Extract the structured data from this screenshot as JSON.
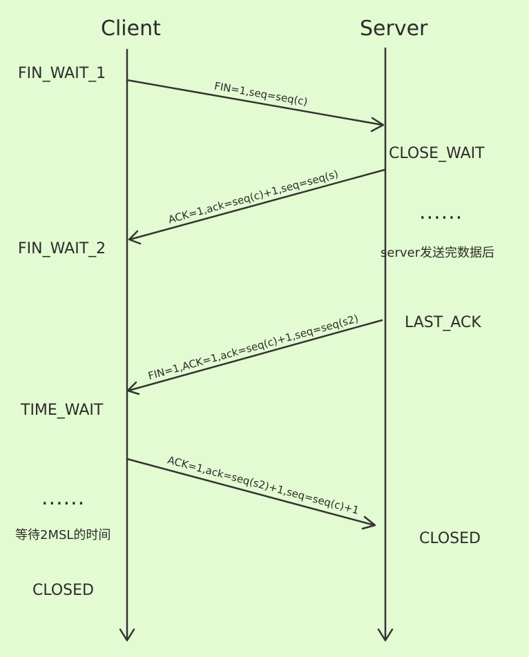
{
  "colors": {
    "background": "#e3fbd2",
    "stroke": "#333333",
    "text": "#2b2b2b"
  },
  "headers": {
    "client": "Client",
    "server": "Server"
  },
  "client_states": {
    "fin_wait_1": "FIN_WAIT_1",
    "fin_wait_2": "FIN_WAIT_2",
    "time_wait": "TIME_WAIT",
    "dots": "......",
    "wait_note": "等待2MSL的时间",
    "closed": "CLOSED"
  },
  "server_states": {
    "close_wait": "CLOSE_WAIT",
    "dots": "......",
    "sent_note": "server发送完数据后",
    "last_ack": "LAST_ACK",
    "closed": "CLOSED"
  },
  "messages": [
    {
      "label": "FIN=1,seq=seq(c)",
      "from": "client",
      "to": "server"
    },
    {
      "label": "ACK=1,ack=seq(c)+1,seq=seq(s)",
      "from": "server",
      "to": "client"
    },
    {
      "label": "FIN=1,ACK=1,ack=seq(c)+1,seq=seq(s2)",
      "from": "server",
      "to": "client"
    },
    {
      "label": "ACK=1,ack=seq(s2)+1,seq=seq(c)+1",
      "from": "client",
      "to": "server"
    }
  ]
}
